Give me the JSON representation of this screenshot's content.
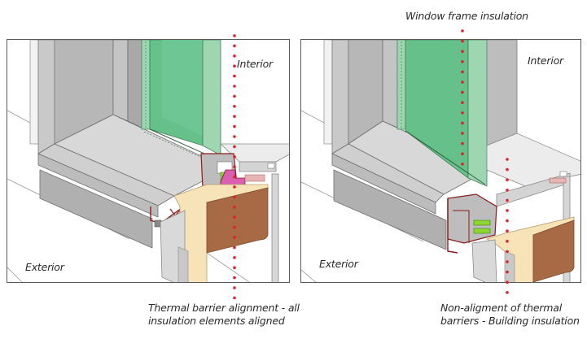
{
  "figure": {
    "left_panel": {
      "interior_label": "Interior",
      "exterior_label": "Exterior",
      "caption_line1": "Thermal barrier alignment - all",
      "caption_line2": "insulation elements aligned"
    },
    "right_panel": {
      "top_label": "Window frame insulation",
      "interior_label": "Interior",
      "exterior_label": "Exterior",
      "caption_line1": "Non-aligment of thermal",
      "caption_line2": "barriers  -  Building insulation"
    }
  },
  "colors": {
    "glass": "#66c08a",
    "glass_light": "#9fd6b2",
    "frame_gray": "#bdbdbd",
    "frame_dark": "#8e8e8e",
    "thermal_break_red": "#8b1a1a",
    "insulation_pink": "#d95fb0",
    "insulation_green": "#8ed630",
    "building_insulation": "#f7e3b8",
    "wood": "#a86a45",
    "dot_red": "#e0202a",
    "border": "#5a5a5a"
  }
}
